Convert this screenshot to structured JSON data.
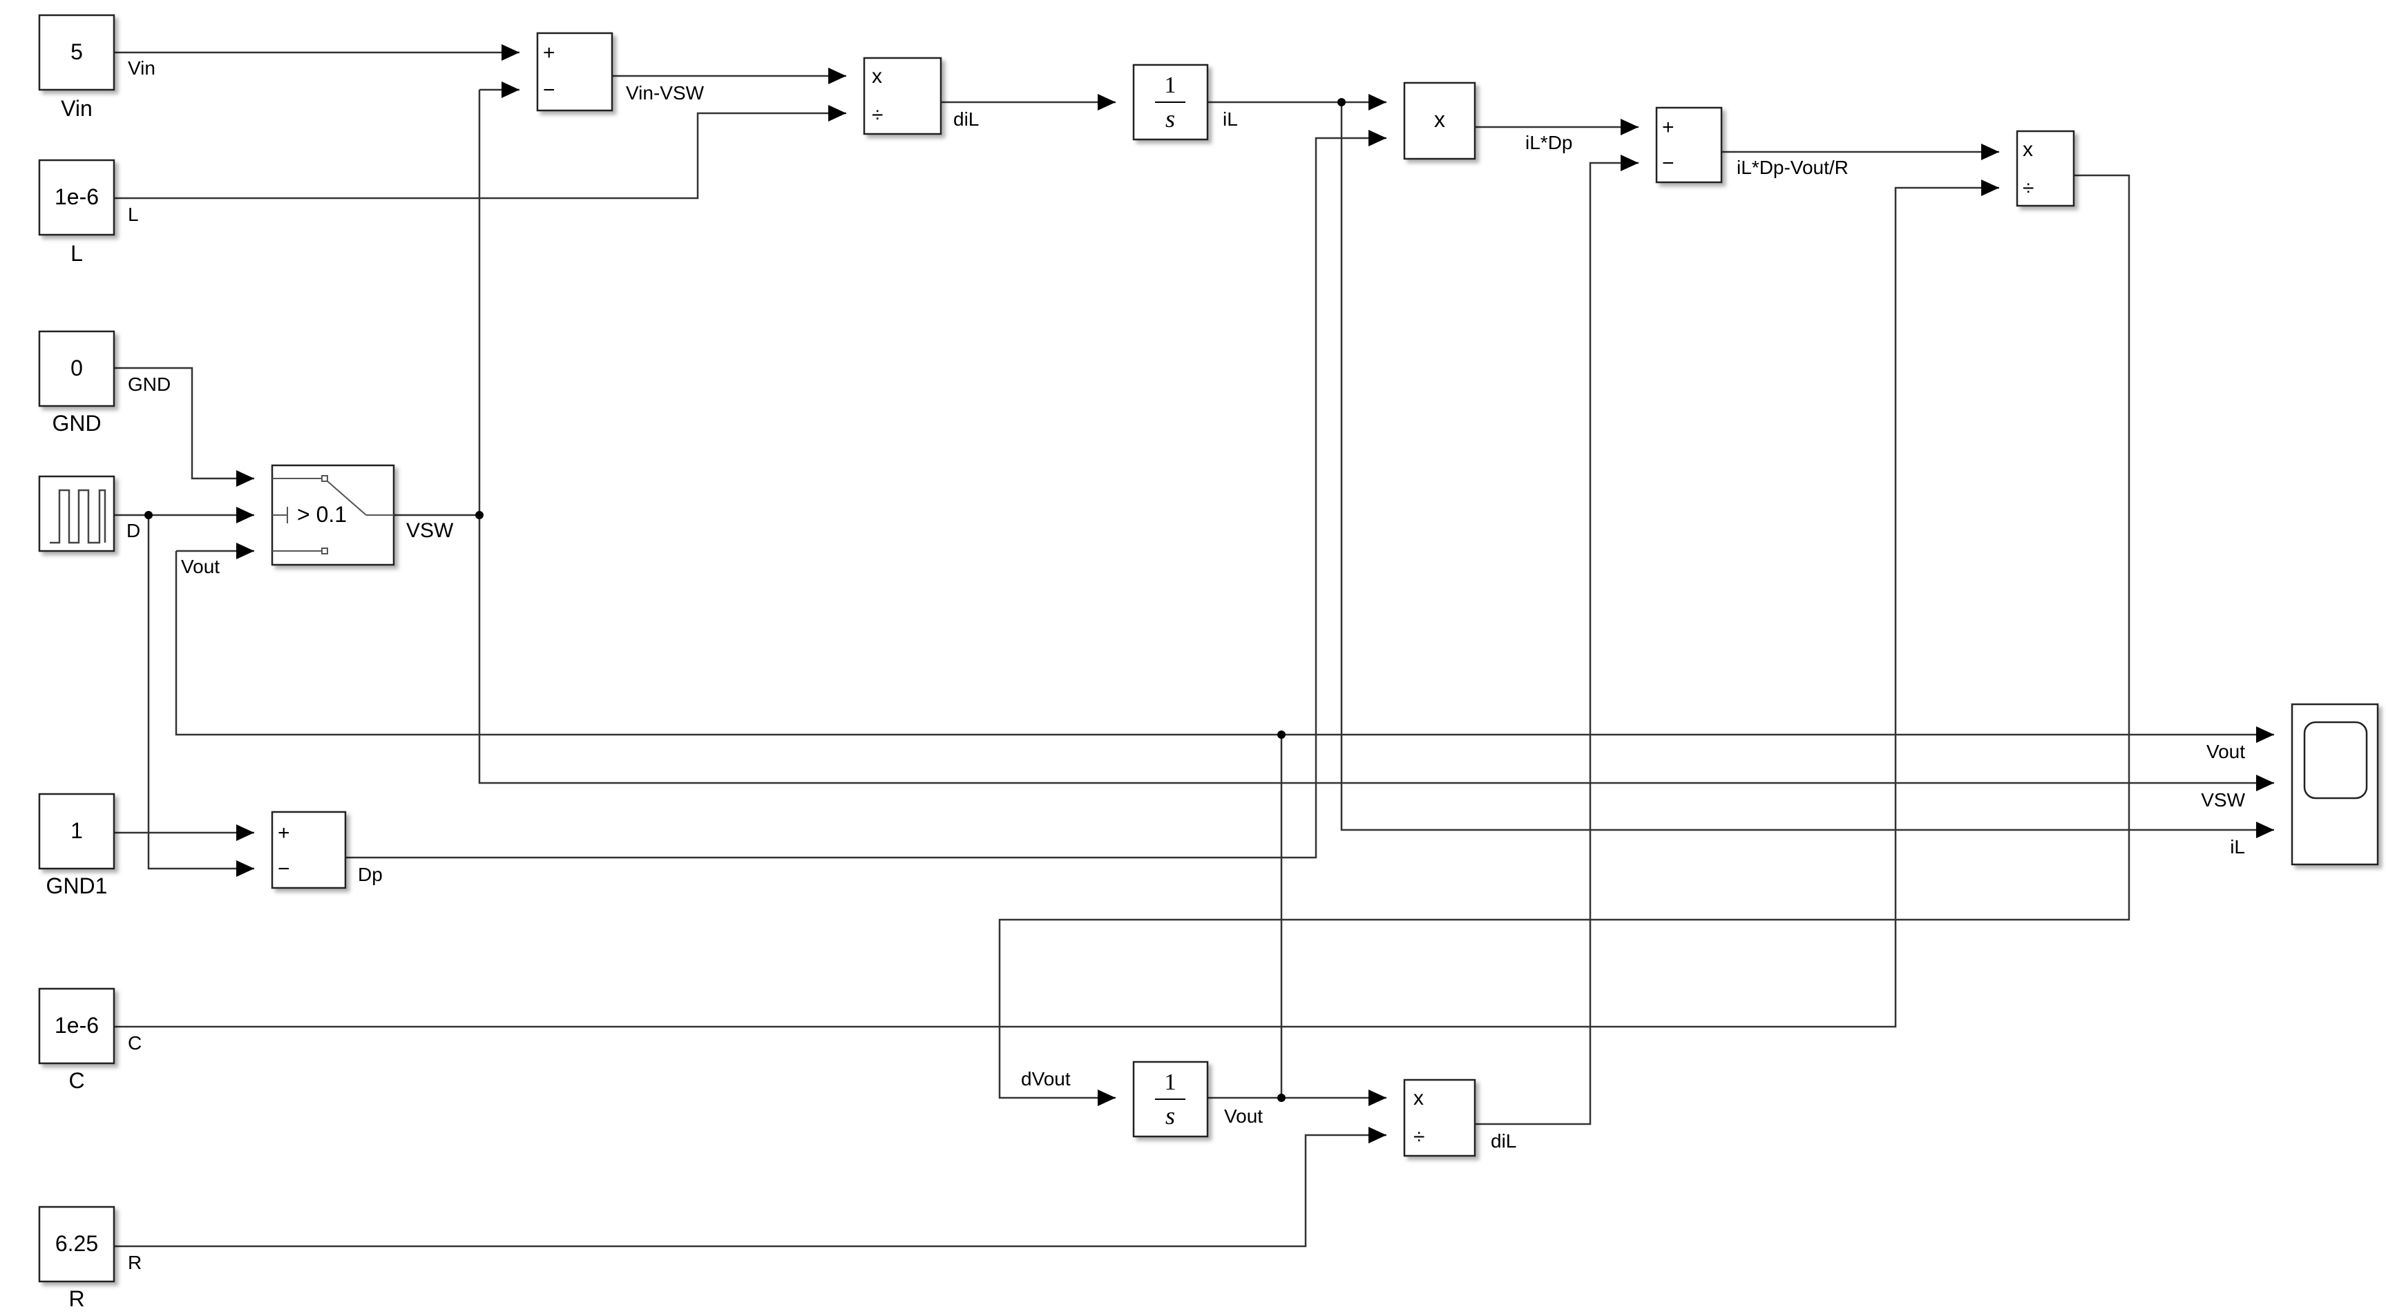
{
  "constants": {
    "vin": {
      "value": "5",
      "name": "Vin",
      "signal": "Vin"
    },
    "l": {
      "value": "1e-6",
      "name": "L",
      "signal": "L"
    },
    "gnd": {
      "value": "0",
      "name": "GND",
      "signal": "GND"
    },
    "gnd1": {
      "value": "1",
      "name": "GND1"
    },
    "c": {
      "value": "1e-6",
      "name": "C",
      "signal": "C"
    },
    "r": {
      "value": "6.25",
      "name": "R",
      "signal": "R"
    }
  },
  "pulse": {
    "signal": "D"
  },
  "switch": {
    "threshold": "> 0.1",
    "input_label": "Vout",
    "output_label": "VSW"
  },
  "ops": {
    "plus": "+",
    "minus": "−",
    "times": "x",
    "divide": "÷",
    "integrator_num": "1",
    "integrator_den": "s"
  },
  "signals": {
    "vin_vsw": "Vin-VSW",
    "dil": "diL",
    "il": "iL",
    "il_dp": "iL*Dp",
    "il_dp_vout_r": "iL*Dp-Vout/R",
    "dp": "Dp",
    "dvout": "dVout",
    "vout": "Vout",
    "dil2": "diL"
  },
  "scope": {
    "inputs": [
      "Vout",
      "VSW",
      "iL"
    ]
  }
}
